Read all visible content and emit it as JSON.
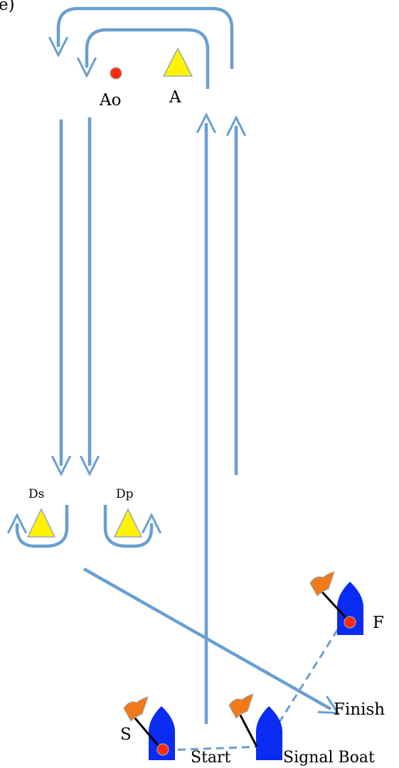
{
  "labels": {
    "corner_fragment": "e)",
    "mark_ao": "Ao",
    "mark_a": "A",
    "mark_ds": "Ds",
    "mark_dp": "Dp",
    "mark_f": "F",
    "mark_s": "S",
    "finish": "Finish",
    "start": "Start",
    "signal_boat": "Signal Boat"
  },
  "colors": {
    "route": "#6a9fd1",
    "mark_fill": "#fff200",
    "mark_stroke": "#9aa9b8",
    "boat": "#0a2bf2",
    "flag": "#f07a1a",
    "buoy": "#ff2a0a"
  },
  "icons": {
    "marks": "triangle",
    "boats": "boat",
    "flags": "flag",
    "buoys": "circle"
  }
}
